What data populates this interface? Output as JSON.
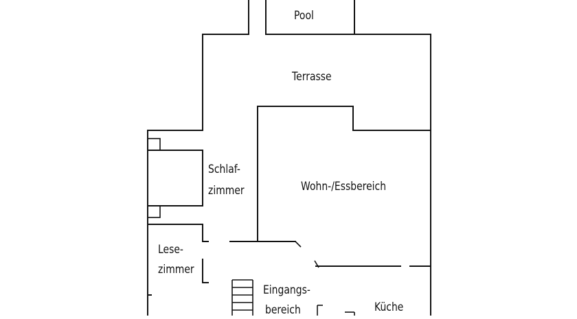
{
  "rooms": {
    "pool": "Pool",
    "terrasse": "Terrasse",
    "schlafzimmer": [
      "Schlaf-",
      "zimmer"
    ],
    "wohn_essbereich": "Wohn-/Essbereich",
    "lesezimmer": [
      "Lese-",
      "zimmer"
    ],
    "eingangsbereich": [
      "Eingangs-",
      "bereich"
    ],
    "kueche": "Küche"
  }
}
